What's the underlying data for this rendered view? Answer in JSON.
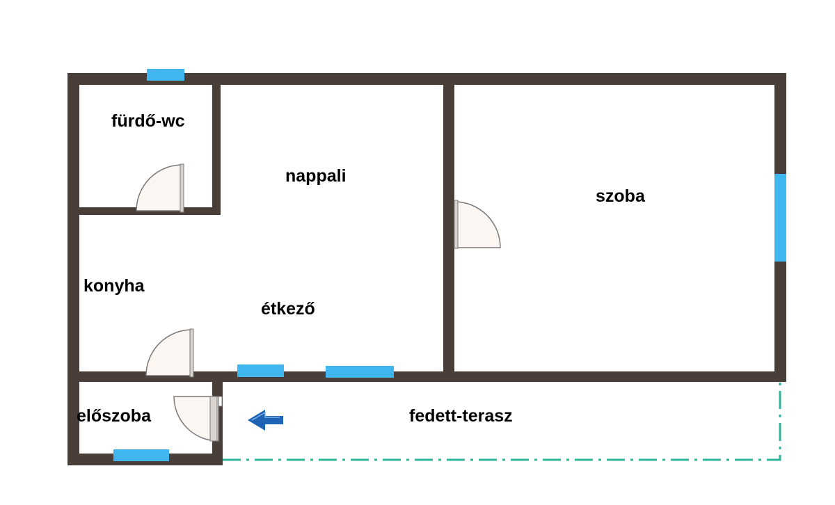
{
  "rooms": {
    "bathroom": "fürdő-wc",
    "living": "nappali",
    "room": "szoba",
    "kitchen": "konyha",
    "dining": "étkező",
    "hall": "előszoba",
    "terrace": "fedett-terasz"
  },
  "colors": {
    "wall": "#4a3f38",
    "window": "#41b6ee",
    "door_fill": "#fbf6f1",
    "door_stroke": "#7a7a7a",
    "terrace_line": "#2fb59a",
    "arrow": "#1f63b5"
  },
  "icons": {
    "entrance": "entrance-arrow-icon"
  }
}
